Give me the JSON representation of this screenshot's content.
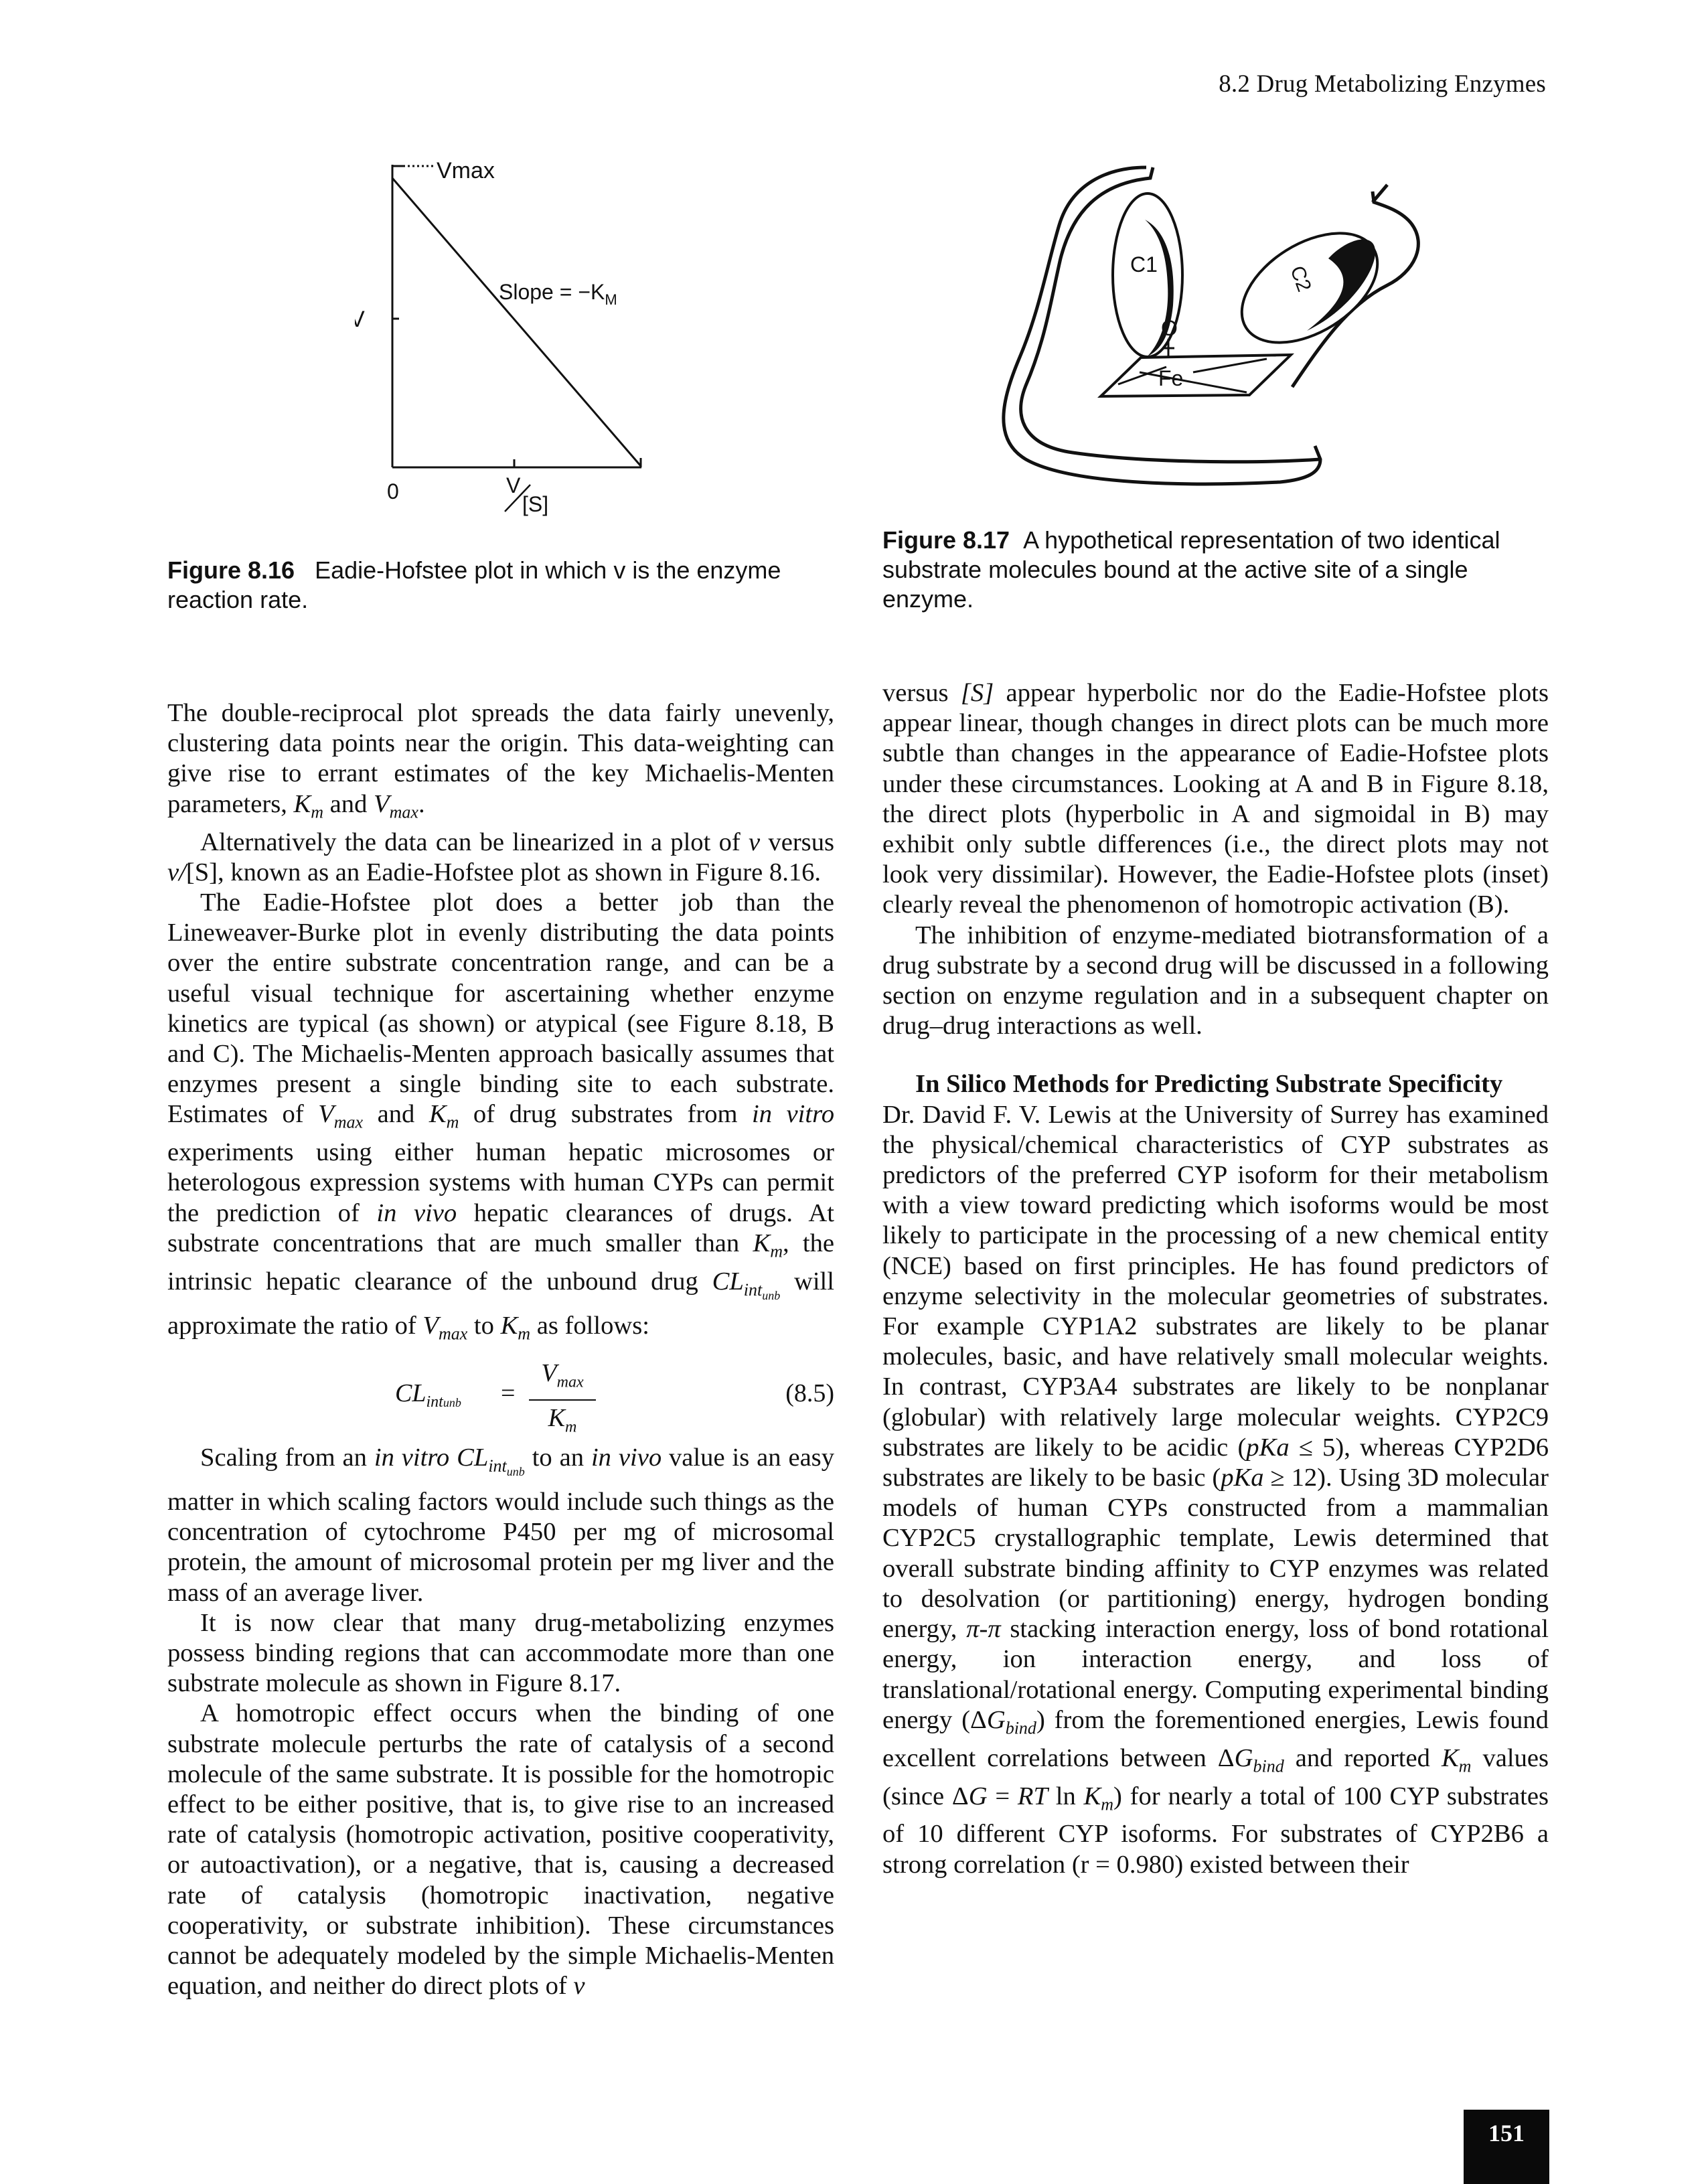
{
  "running_head": "8.2 Drug Metabolizing Enzymes",
  "figure_8_16": {
    "label_vmax": "Vmax",
    "label_v_axis": "V",
    "label_slope": "Slope = −K",
    "label_slope_sub": "M",
    "label_origin": "0",
    "label_x_num": "V",
    "label_x_den": "[S]",
    "caption_label": "Figure 8.16",
    "caption_text": "Eadie-Hofstee plot in which v is the enzyme reaction rate."
  },
  "figure_8_17": {
    "label_c1": "C1",
    "label_c2": "C2",
    "label_o": "O",
    "label_fe": "Fe",
    "caption_label": "Figure 8.17",
    "caption_text": "A hypothetical representation of two identical substrate molecules bound at the active site of a single enzyme."
  },
  "left_column": {
    "p1": "The double-reciprocal plot spreads the data fairly unevenly, clustering data points near the origin. This data-weighting can give rise to errant estimates of the key Michaelis-Menten parameters, ",
    "p1_km": "K",
    "p1_km_sub": "m",
    "p1_and": " and ",
    "p1_vmax": "V",
    "p1_vmax_sub": "max",
    "p1_end": ".",
    "p2a": "Alternatively the data can be linearized in a plot of ",
    "p2_v": "v",
    "p2b": " versus ",
    "p2_vs": "v/",
    "p2_S": "[S]",
    "p2c": ", known as an Eadie-Hofstee plot as shown in Figure 8.16.",
    "p3a": "The Eadie-Hofstee plot does a better job than the Lineweaver-Burke plot in evenly distributing the data points over the entire substrate concentration range, and can be a useful visual technique for ascertaining whether enzyme kinetics are typical (as shown) or atypical (see Figure 8.18, B and C). The Michaelis-Menten approach basically assumes that enzymes present a single binding site to each substrate. Estimates of ",
    "p3_vmax": "V",
    "p3_vmax_sub": "max",
    "p3b": " and ",
    "p3_km": "K",
    "p3_km_sub": "m",
    "p3c": " of drug substrates from ",
    "p3_invitro": "in vitro",
    "p3d": " experiments using either human hepatic microsomes or heterologous expression systems with human CYPs can permit the prediction of ",
    "p3_invivo": "in vivo",
    "p3e": " hepatic clearances of drugs. At substrate concentrations that are much smaller than ",
    "p3_km2": "K",
    "p3_km2_sub": "m",
    "p3f": ", the intrinsic hepatic clearance of the unbound drug ",
    "p3_cl": "CL",
    "p3_cl_sub": "int",
    "p3_cl_subsub": "unb",
    "p3g": " will approximate the ratio of ",
    "p3_vmax2": "V",
    "p3_vmax2_sub": "max",
    "p3h": " to ",
    "p3_km3": "K",
    "p3_km3_sub": "m",
    "p3i": " as follows:",
    "eq_lhs": "CL",
    "eq_lhs_sub": "int",
    "eq_lhs_subsub": "unb",
    "eq_equals": "=",
    "eq_num": "V",
    "eq_num_sub": "max",
    "eq_den": "K",
    "eq_den_sub": "m",
    "eq_number": "(8.5)",
    "p4a": "Scaling from an ",
    "p4_invitro": "in vitro",
    "p4_cl": "CL",
    "p4_cl_sub": "int",
    "p4_cl_subsub": "unb",
    "p4b": " to an ",
    "p4_invivo": "in vivo",
    "p4c": " value is an easy matter in which scaling factors would include such things as the concentration of cytochrome P450 per mg of microsomal protein, the amount of microsomal protein per mg liver and the mass of an average liver.",
    "p5": "It is now clear that many drug-metabolizing enzymes possess binding regions that can accommodate more than one substrate molecule as shown in Figure 8.17.",
    "p6a": "A homotropic effect occurs when the binding of one substrate molecule perturbs the rate of catalysis of a second molecule of the same substrate. It is possible for the homotropic effect to be either positive, that is, to give rise to an increased rate of catalysis (homotropic activation, positive cooperativity, or autoactivation), or a negative, that is, causing a decreased rate of catalysis (homotropic inactivation, negative cooperativity, or substrate inhibition). These circumstances cannot be adequately modeled by the simple Michaelis-Menten equation, and neither do direct plots of ",
    "p6_v": "v"
  },
  "right_column": {
    "p1a": "versus ",
    "p1_S": "[S]",
    "p1b": " appear hyperbolic nor do the Eadie-Hofstee plots appear linear, though changes in direct plots can be much more subtle than changes in the appearance of Eadie-Hofstee plots under these circumstances. Looking at A and B in Figure 8.18, the direct plots (hyperbolic in A and sigmoidal in B) may exhibit only subtle differences (i.e., the direct plots may not look very dissimilar). However, the Eadie-Hofstee plots (inset) clearly reveal the phenomenon of homotropic activation (B).",
    "p2": "The inhibition of enzyme-mediated biotransformation of a drug substrate by a second drug will be discussed in a following section on enzyme regulation and in a subsequent chapter on drug–drug interactions as well.",
    "heading": "In Silico Methods for Predicting Substrate Specificity",
    "p3a": "Dr. David F. V. Lewis at the University of Surrey has examined the physical/chemical characteristics of CYP substrates as predictors of the preferred CYP isoform for their metabolism with a view toward predicting which isoforms would be most likely to participate in the processing of a new chemical entity (NCE) based on first principles. He has found predictors of enzyme selectivity in the molecular geometries of substrates. For example CYP1A2 substrates are likely to be planar molecules, basic, and have relatively small molecular weights. In contrast, CYP3A4 substrates are likely to be nonplanar (globular) with relatively large molecular weights. CYP2C9 substrates are likely to be acidic (",
    "p3_pka1": "pKa",
    "p3b": " ≤ 5), whereas CYP2D6 substrates are likely to be basic (",
    "p3_pka2": "pKa",
    "p3c": " ≥ 12). Using 3D molecular models of human CYPs constructed from a mammalian CYP2C5 crystallographic template, Lewis determined that overall substrate binding affinity to CYP enzymes was related to desolvation (or partitioning) energy, hydrogen bonding energy, ",
    "p3_pipi": "π-π",
    "p3d": " stacking interaction energy, loss of bond rotational energy, ion interaction energy, and loss of translational/rotational energy. Computing experimental binding energy (Δ",
    "p3_g": "G",
    "p3_g_sub": "bind",
    "p3e": ") from the forementioned energies, Lewis found excellent correlations between Δ",
    "p3_g2": "G",
    "p3_g2_sub": "bind",
    "p3f": " and reported ",
    "p3_km": "K",
    "p3_km_sub": "m",
    "p3g": " values (since Δ",
    "p3_g3": "G",
    "p3h": " = ",
    "p3_rt": "RT",
    "p3i": " ln ",
    "p3_km2": "K",
    "p3_km2_sub": "m",
    "p3j": ") for nearly a total of 100 CYP substrates of 10 different CYP isoforms. For substrates of CYP2B6 a strong correlation (r = 0.980) existed between their"
  },
  "page_number": "151"
}
